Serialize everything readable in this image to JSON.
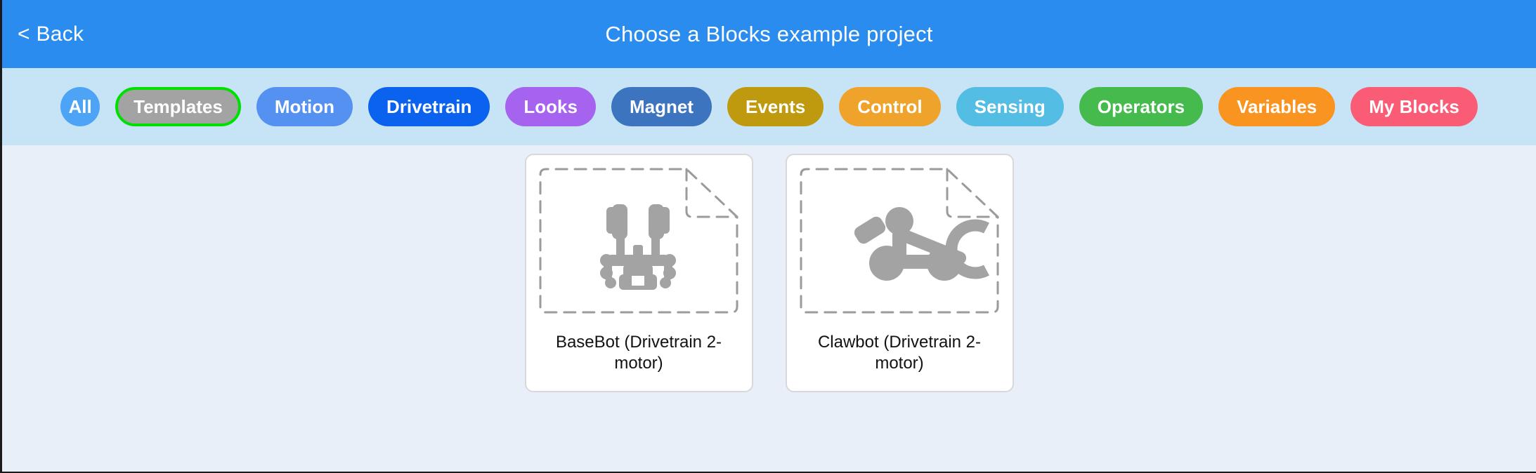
{
  "header": {
    "back_label": "< Back",
    "title": "Choose a Blocks example project",
    "background_color": "#2b8cf0",
    "text_color": "#ffffff"
  },
  "filter_bar": {
    "background_color": "#c7e4f7",
    "selected_ring_color": "#00e000",
    "selected_index": 1,
    "pills": [
      {
        "label": "All",
        "color": "#4da3f5",
        "shape": "circle",
        "selected": false
      },
      {
        "label": "Templates",
        "color": "#a3a3a3",
        "shape": "pill",
        "selected": true
      },
      {
        "label": "Motion",
        "color": "#5591f0",
        "shape": "pill",
        "selected": false
      },
      {
        "label": "Drivetrain",
        "color": "#0a62ef",
        "shape": "pill",
        "selected": false
      },
      {
        "label": "Looks",
        "color": "#a663f0",
        "shape": "pill",
        "selected": false
      },
      {
        "label": "Magnet",
        "color": "#3d74bf",
        "shape": "pill",
        "selected": false
      },
      {
        "label": "Events",
        "color": "#bf9a0f",
        "shape": "pill",
        "selected": false
      },
      {
        "label": "Control",
        "color": "#f0a32b",
        "shape": "pill",
        "selected": false
      },
      {
        "label": "Sensing",
        "color": "#54bde4",
        "shape": "pill",
        "selected": false
      },
      {
        "label": "Operators",
        "color": "#45bb4e",
        "shape": "pill",
        "selected": false
      },
      {
        "label": "Variables",
        "color": "#fa9420",
        "shape": "pill",
        "selected": false
      },
      {
        "label": "My Blocks",
        "color": "#fa5c75",
        "shape": "pill",
        "selected": false
      }
    ]
  },
  "content": {
    "background_color": "#e9eff8",
    "card_background": "#ffffff",
    "card_border_color": "#d8d8dc",
    "thumbnail_color": "#a3a3a3",
    "projects": [
      {
        "name": "BaseBot (Drivetrain 2-motor)",
        "icon": "basebot-robot-icon"
      },
      {
        "name": "Clawbot (Drivetrain 2-motor)",
        "icon": "clawbot-robot-icon"
      }
    ]
  }
}
